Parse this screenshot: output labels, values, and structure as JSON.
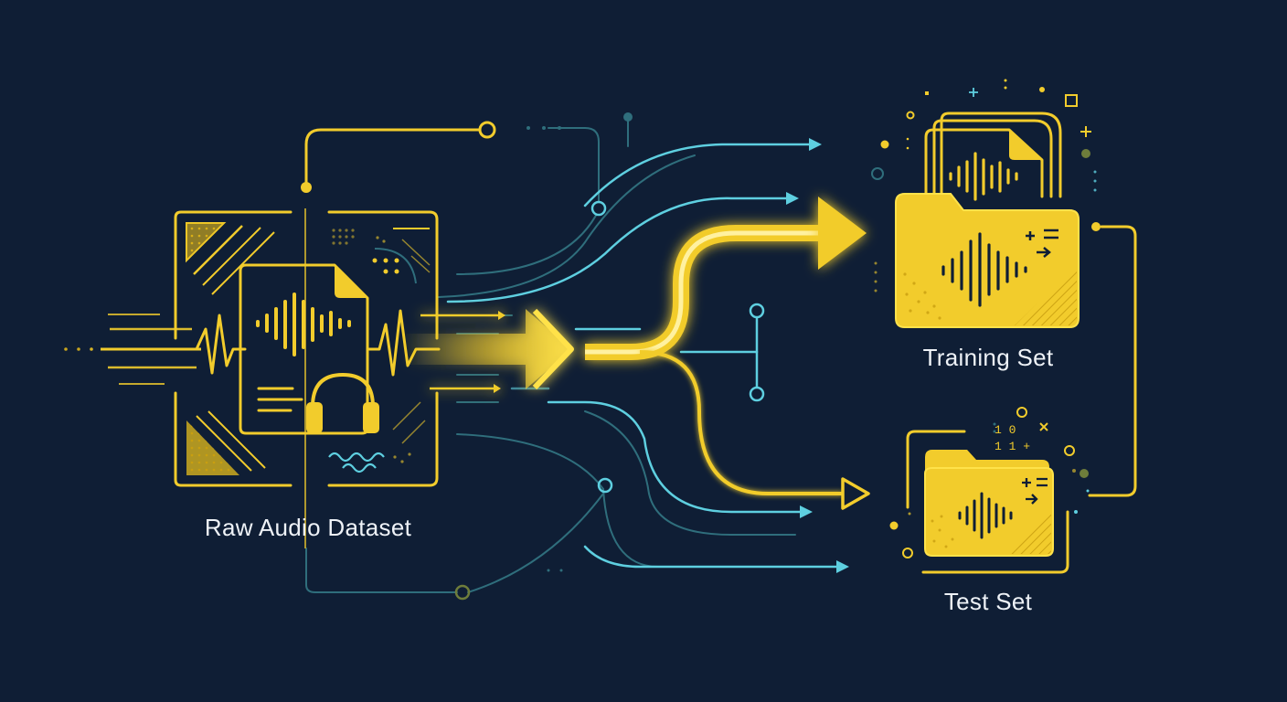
{
  "labels": {
    "source": "Raw Audio Dataset",
    "training": "Training Set",
    "test": "Test Set"
  },
  "decorations": {
    "binary_top": "1 0",
    "binary_bottom": "1 1 +"
  },
  "colors": {
    "background": "#0f1e35",
    "accent_yellow": "#f2cc2c",
    "accent_cyan": "#5ecfe0",
    "muted_teal": "#2f6e7c",
    "label_text": "#eef2f7"
  }
}
